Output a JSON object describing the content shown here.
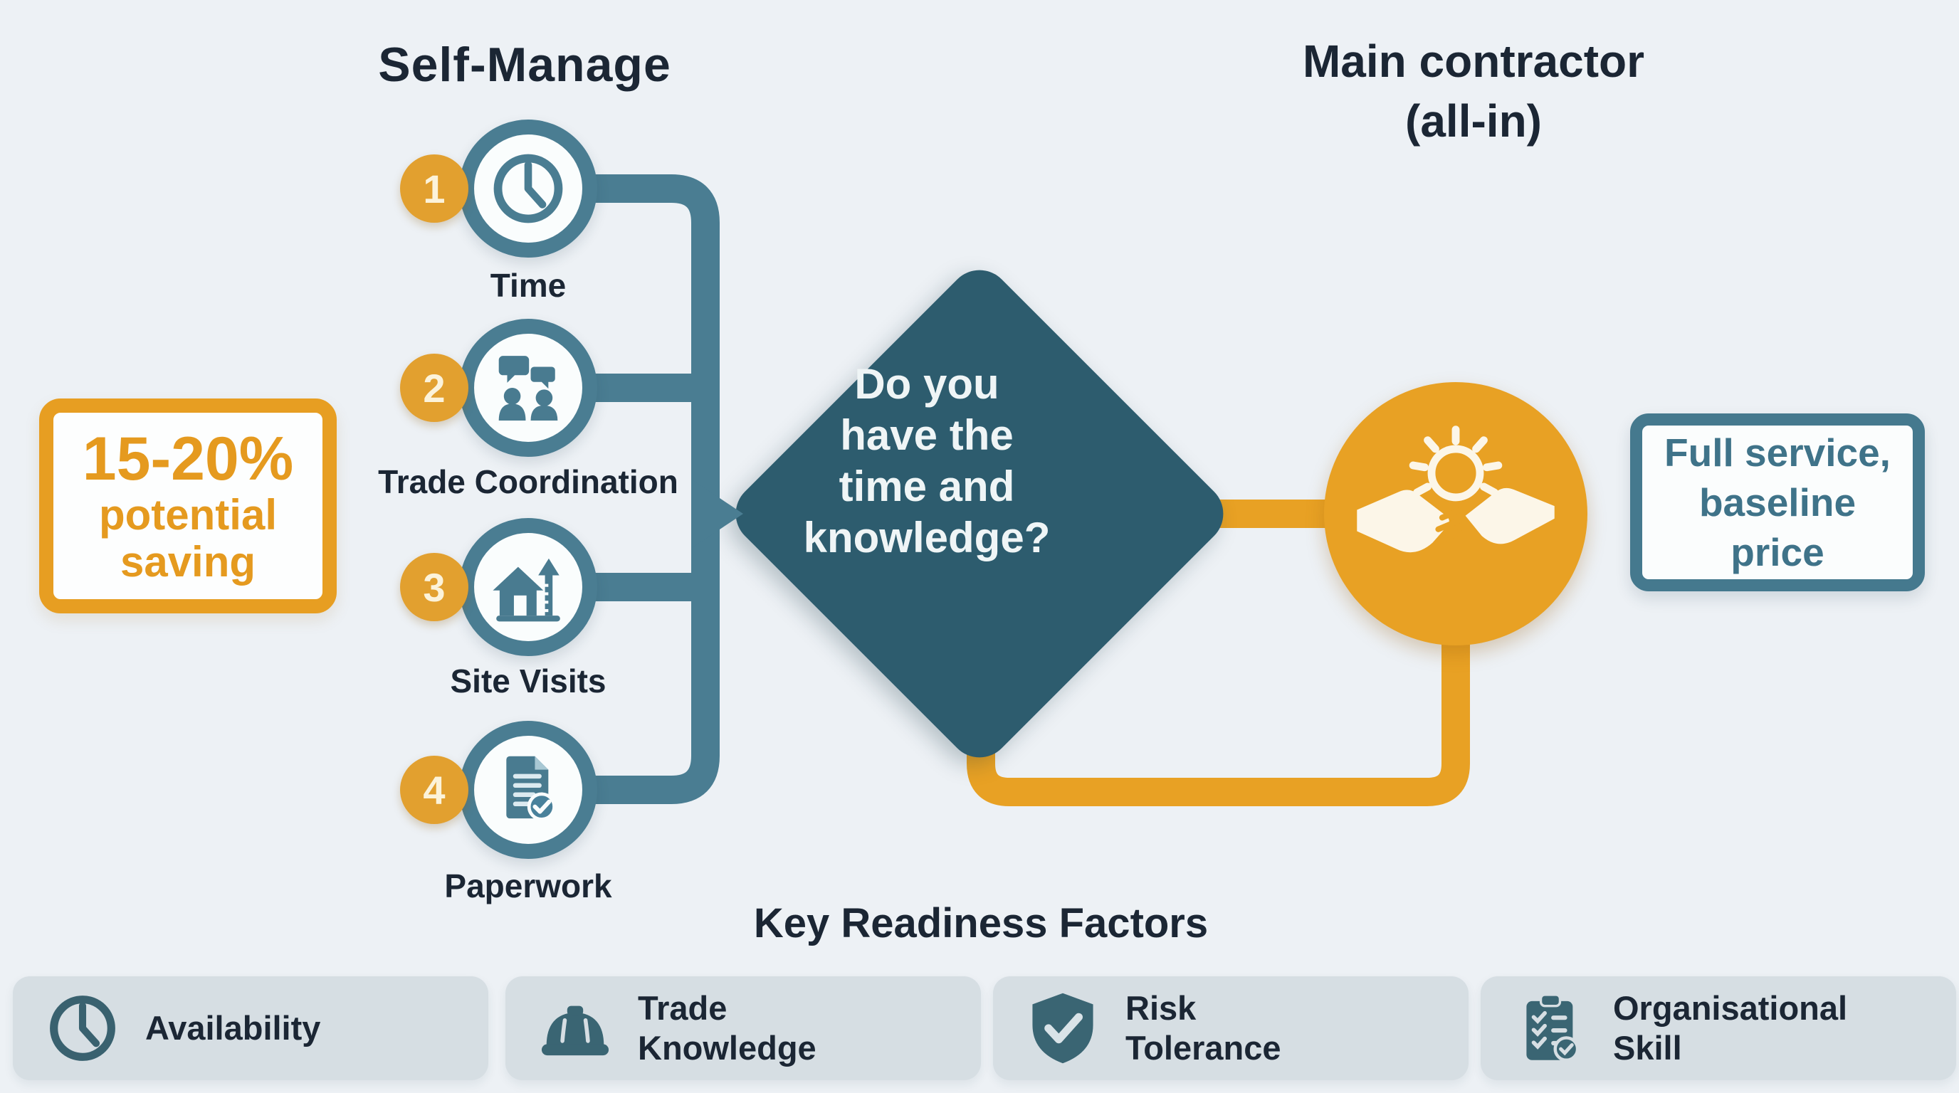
{
  "header": {
    "left_title": "Self-Manage",
    "right_title_line1": "Main contractor",
    "right_title_line2": "(all-in)"
  },
  "left_items": [
    {
      "num": "1",
      "label": "Time",
      "icon": "clock-icon"
    },
    {
      "num": "2",
      "label": "Trade Coordination",
      "icon": "people-chat-icon"
    },
    {
      "num": "3",
      "label": "Site Visits",
      "icon": "house-arrow-icon"
    },
    {
      "num": "4",
      "label": "Paperwork",
      "icon": "document-check-icon"
    }
  ],
  "saving_box": {
    "line1": "15-20%",
    "line2": "potential",
    "line3": "saving"
  },
  "decision_diamond": {
    "line1": "Do you",
    "line2": "have the",
    "line3": "time and",
    "line4": "knowledge?"
  },
  "contractor_box": {
    "line1": "Full service,",
    "line2": "baseline",
    "line3": "price"
  },
  "readiness": {
    "title": "Key Readiness Factors",
    "factors": [
      {
        "line1": "Availability",
        "line2": "",
        "icon": "clock-icon"
      },
      {
        "line1": "Trade",
        "line2": "Knowledge",
        "icon": "hardhat-icon"
      },
      {
        "line1": "Risk",
        "line2": "Tolerance",
        "icon": "shield-check-icon"
      },
      {
        "line1": "Organisational",
        "line2": "Skill",
        "icon": "clipboard-check-icon"
      }
    ]
  },
  "colors": {
    "background": "#EDF1F5",
    "navy_text": "#1B2634",
    "teal_line": "#4A7D92",
    "teal_diamond": "#2D5C6E",
    "teal_icon_dark": "#3A6573",
    "orange": "#E8A124",
    "card_gray": "#D6DEE3"
  }
}
